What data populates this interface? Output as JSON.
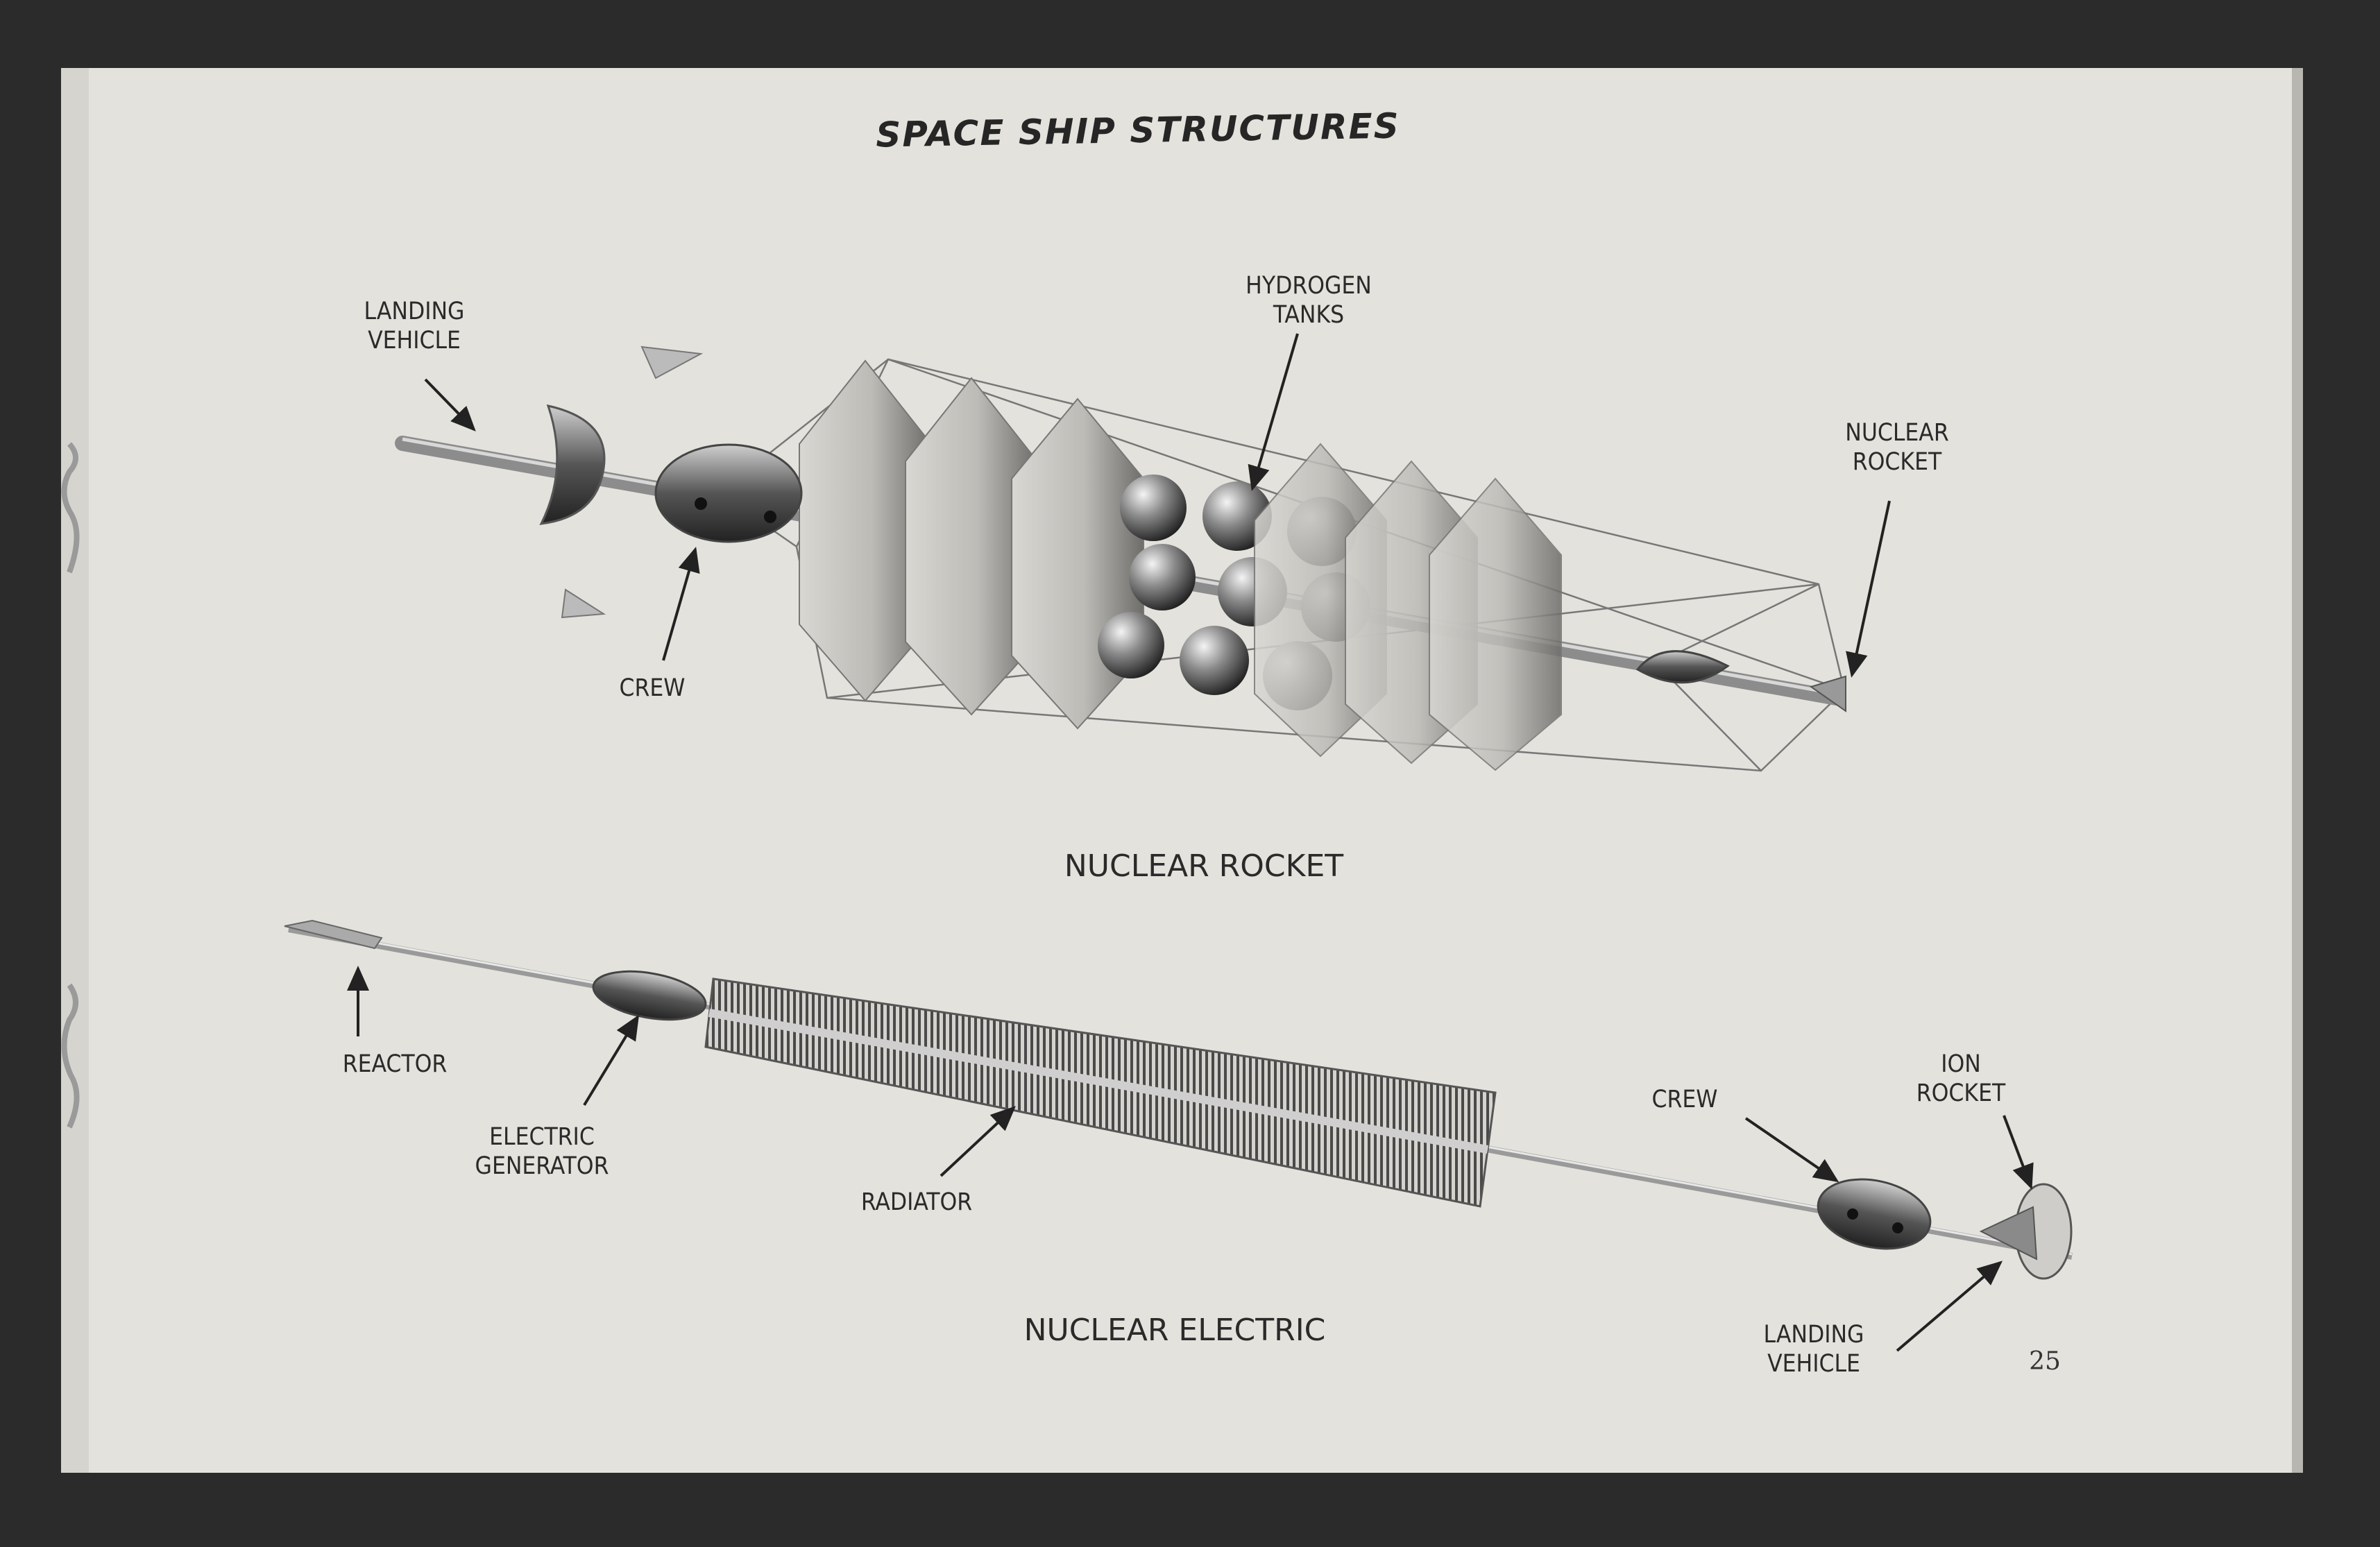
{
  "page": {
    "title": "SPACE SHIP STRUCTURES",
    "page_number": "25"
  },
  "nuclear_rocket": {
    "caption": "NUCLEAR ROCKET",
    "labels": {
      "landing_vehicle": [
        "LANDING",
        "VEHICLE"
      ],
      "hydrogen_tanks": [
        "HYDROGEN",
        "TANKS"
      ],
      "nuclear_rocket": [
        "NUCLEAR",
        "ROCKET"
      ],
      "crew": [
        "CREW"
      ]
    }
  },
  "nuclear_electric": {
    "caption": "NUCLEAR ELECTRIC",
    "labels": {
      "reactor": [
        "REACTOR"
      ],
      "electric_generator": [
        "ELECTRIC",
        "GENERATOR"
      ],
      "radiator": [
        "RADIATOR"
      ],
      "crew": [
        "CREW"
      ],
      "ion_rocket": [
        "ION",
        "ROCKET"
      ],
      "landing_vehicle": [
        "LANDING",
        "VEHICLE"
      ]
    }
  },
  "colors": {
    "background": "#2b2b2b",
    "paper": "#e4e2dc",
    "ink": "#2a2a2a"
  }
}
